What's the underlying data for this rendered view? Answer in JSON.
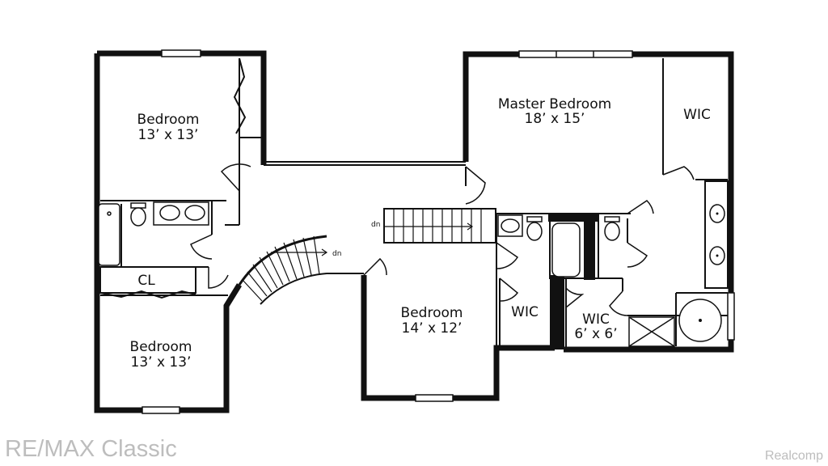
{
  "rooms": {
    "bedroom_nw": {
      "name": "Bedroom",
      "size": "13’ x 13’"
    },
    "bedroom_sw": {
      "name": "Bedroom",
      "size": "13’ x 13’"
    },
    "master": {
      "name": "Master Bedroom",
      "size": "18’ x 15’"
    },
    "bedroom_center": {
      "name": "Bedroom",
      "size": "14’ x 12’"
    },
    "wic_master": {
      "name": "WIC"
    },
    "wic_center": {
      "name": "WIC"
    },
    "wic_bath": {
      "name": "WIC",
      "size": "6’ x 6’"
    },
    "closet": {
      "name": "CL"
    }
  },
  "stairs": {
    "down_label_1": "dn",
    "down_label_2": "dn"
  },
  "watermarks": {
    "brand": "RE/MAX Classic",
    "source": "Realcomp"
  },
  "colors": {
    "wall": "#111111",
    "watermark": "#bdbdbd",
    "background": "#ffffff"
  }
}
